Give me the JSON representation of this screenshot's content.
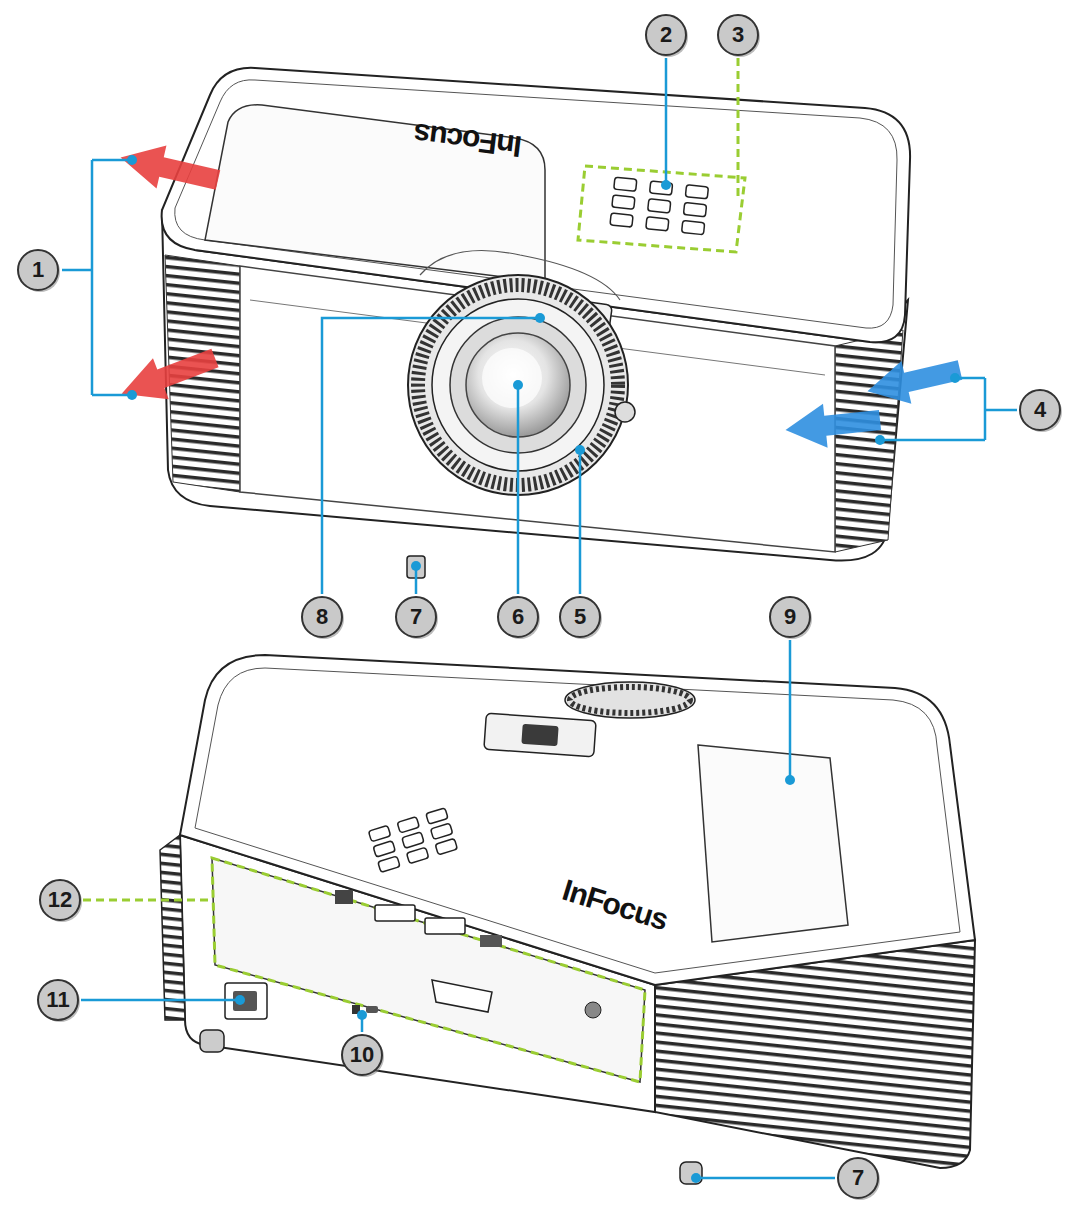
{
  "diagram": {
    "nodes": [
      {
        "text": [
          "2"
        ]
      },
      {
        "text": [
          "3"
        ]
      },
      {
        "text": [
          "1"
        ]
      },
      {
        "text": [
          "4"
        ]
      },
      {
        "text": [
          "8"
        ]
      },
      {
        "text": [
          "7"
        ]
      },
      {
        "text": [
          "6"
        ]
      },
      {
        "text": [
          "5"
        ]
      },
      {
        "text": [
          "9"
        ]
      },
      {
        "text": [
          "12"
        ]
      },
      {
        "text": [
          "11"
        ]
      },
      {
        "text": [
          "10"
        ]
      },
      {
        "text": [
          "7"
        ]
      }
    ],
    "labels": [
      "InFocus",
      "InFocus"
    ]
  }
}
